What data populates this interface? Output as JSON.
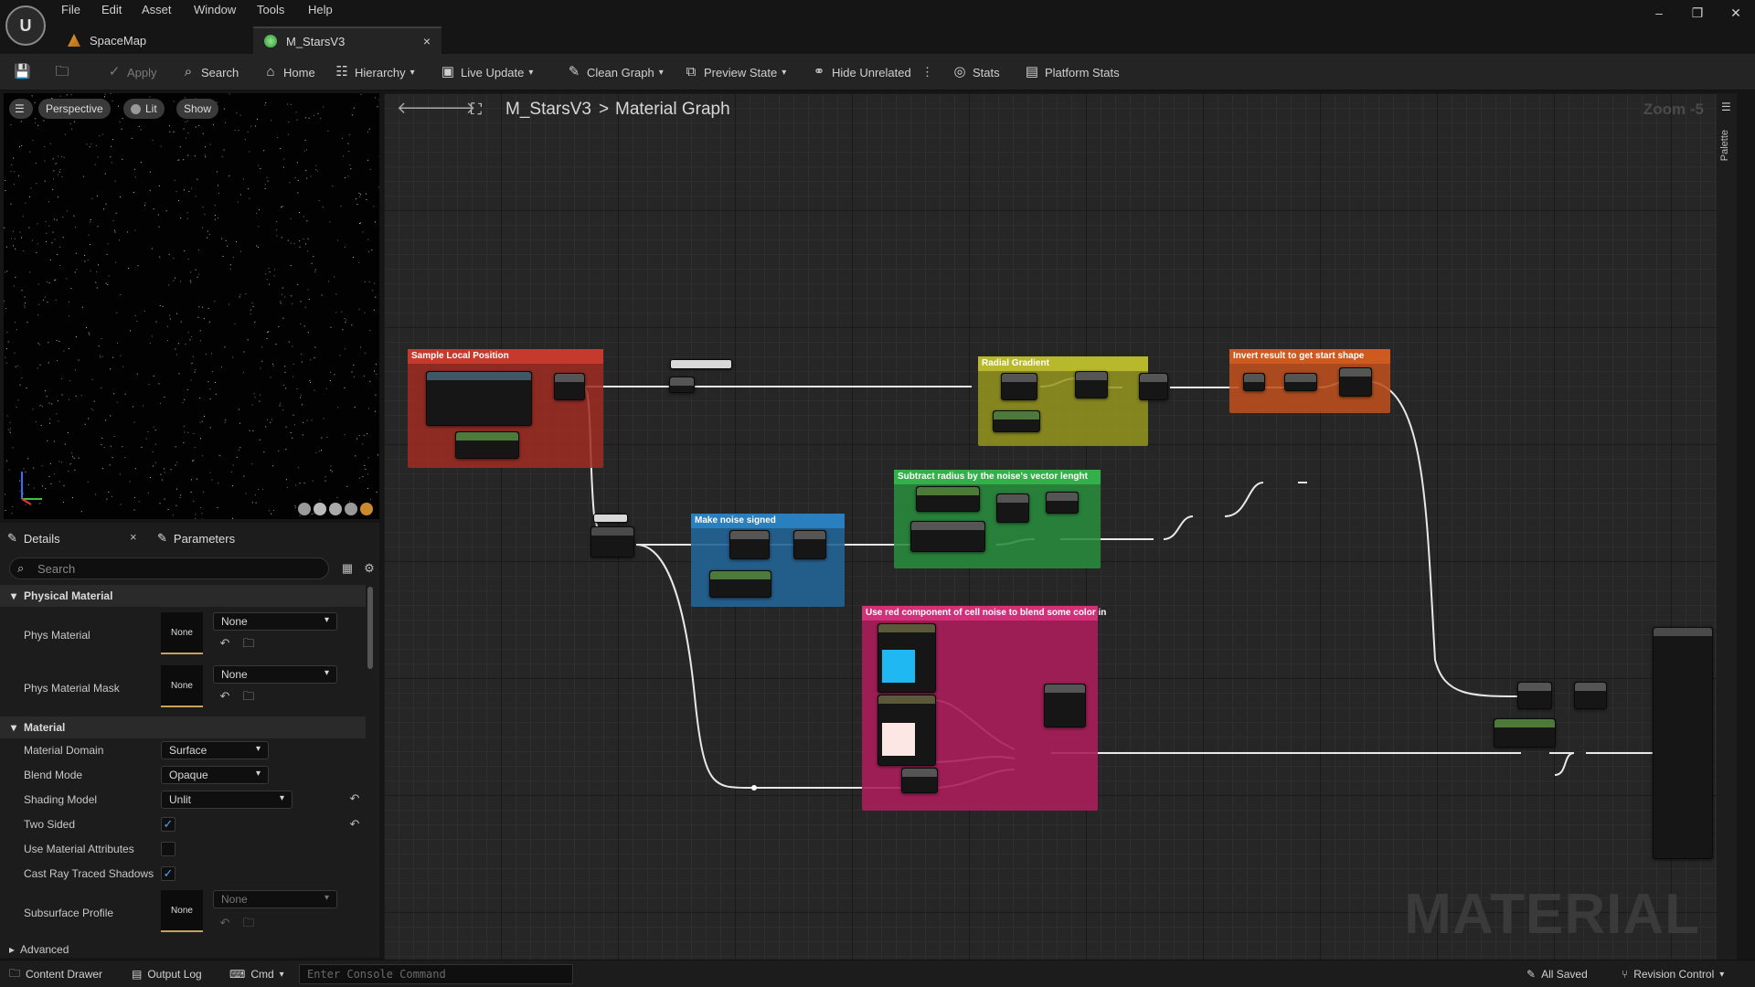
{
  "menu": [
    "File",
    "Edit",
    "Asset",
    "Window",
    "Tools",
    "Help"
  ],
  "tabs": [
    {
      "label": "SpaceMap",
      "icon": "map-icon"
    },
    {
      "label": "M_StarsV3",
      "icon": "material-icon",
      "close": "×"
    }
  ],
  "window_controls": {
    "minimize": "–",
    "restore": "❐",
    "close": "✕"
  },
  "toolbar": {
    "apply": "Apply",
    "search": "Search",
    "home": "Home",
    "hierarchy": "Hierarchy",
    "live_update": "Live Update",
    "clean_graph": "Clean Graph",
    "preview_state": "Preview State",
    "hide_unrelated": "Hide Unrelated",
    "stats": "Stats",
    "platform_stats": "Platform Stats"
  },
  "viewport": {
    "perspective": "Perspective",
    "lit": "Lit",
    "show": "Show"
  },
  "details": {
    "tab_details": "Details",
    "tab_parameters": "Parameters",
    "search_placeholder": "Search",
    "categories": {
      "physical_material": "Physical Material",
      "material": "Material",
      "advanced": "Advanced"
    },
    "phys_material": {
      "label": "Phys Material",
      "thumb": "None",
      "value": "None"
    },
    "phys_material_mask": {
      "label": "Phys Material Mask",
      "thumb": "None",
      "value": "None"
    },
    "material_domain": {
      "label": "Material Domain",
      "value": "Surface"
    },
    "blend_mode": {
      "label": "Blend Mode",
      "value": "Opaque"
    },
    "shading_model": {
      "label": "Shading Model",
      "value": "Unlit"
    },
    "two_sided": {
      "label": "Two Sided",
      "checked": true
    },
    "use_material_attributes": {
      "label": "Use Material Attributes",
      "checked": false
    },
    "cast_ray_traced_shadows": {
      "label": "Cast Ray Traced Shadows",
      "checked": true
    },
    "subsurface_profile": {
      "label": "Subsurface Profile",
      "thumb": "None",
      "value": "None"
    }
  },
  "graph": {
    "breadcrumb_asset": "M_StarsV3",
    "breadcrumb_sep": ">",
    "breadcrumb_graph": "Material Graph",
    "zoom": "Zoom -5",
    "palette": "Palette",
    "watermark": "MATERIAL",
    "comments": [
      {
        "title": "Sample Local Position",
        "color": "#b5352a"
      },
      {
        "title": "Radial Gradient",
        "color": "#a3a52a"
      },
      {
        "title": "Invert result to get start shape",
        "color": "#c4501e"
      },
      {
        "title": "Subtract radius by the noise's vector lenght",
        "color": "#2aa042"
      },
      {
        "title": "Make noise signed",
        "color": "#2470a8"
      },
      {
        "title": "Use red component of cell noise to blend some color in",
        "color": "#c42a6a"
      }
    ],
    "swatch_colors": {
      "cyan": "#1fb8f2",
      "pink": "#fde7e4"
    }
  },
  "statusbar": {
    "content_drawer": "Content Drawer",
    "output_log": "Output Log",
    "cmd": "Cmd",
    "console_placeholder": "Enter Console Command",
    "all_saved": "All Saved",
    "revision_control": "Revision Control"
  }
}
